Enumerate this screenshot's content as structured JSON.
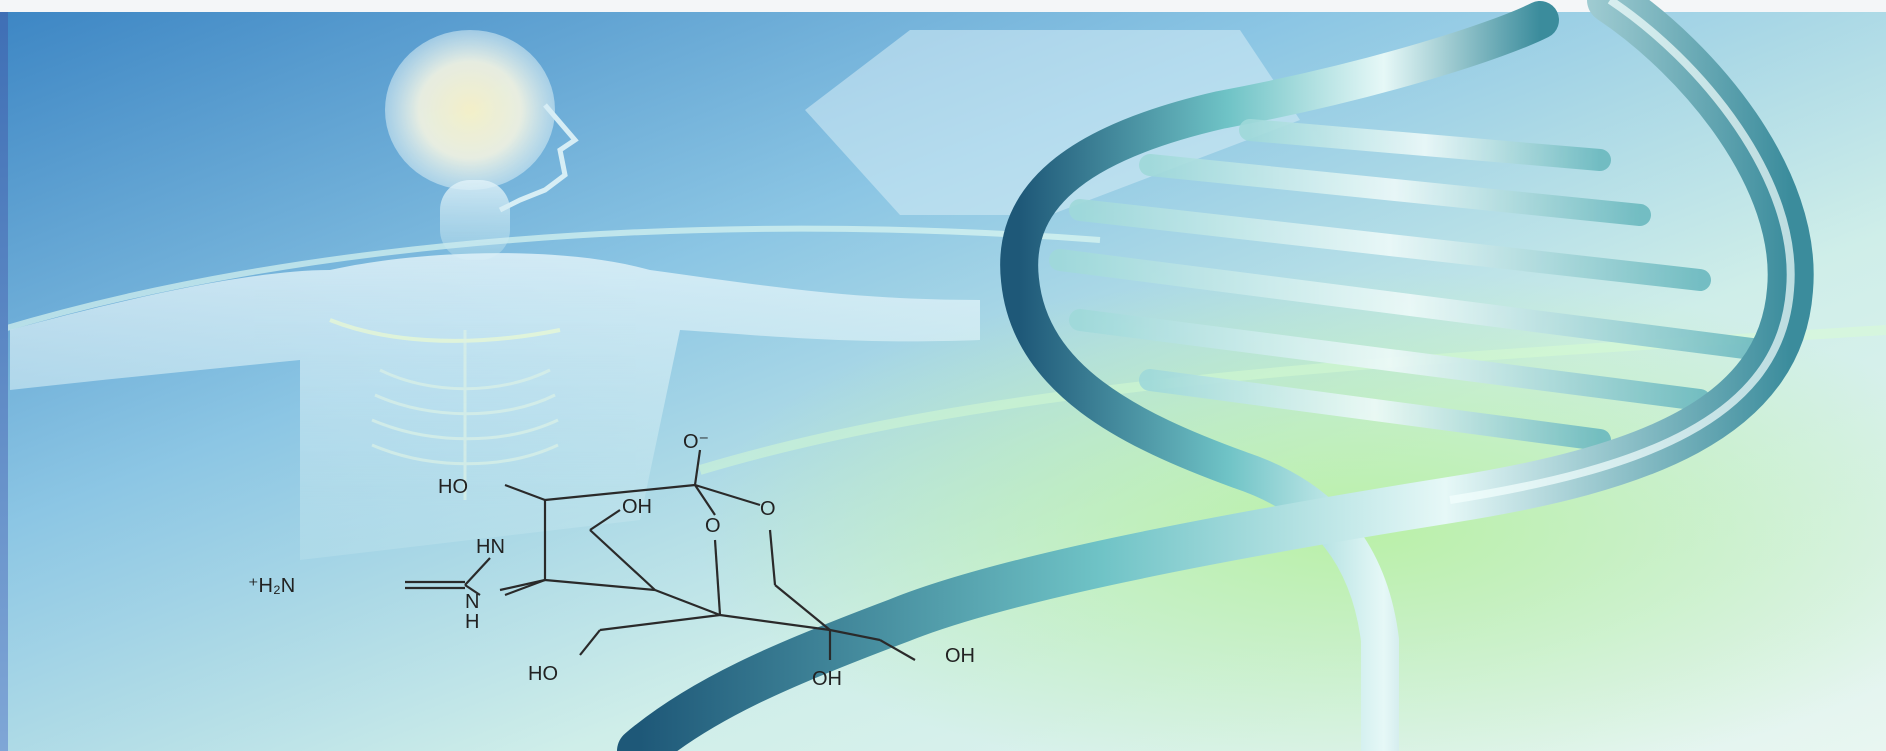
{
  "image": {
    "subject": "human-figure-dna-helix-molecule-banner",
    "colors": {
      "sky_top": "#2e74b5",
      "sky_mid": "#6fb3d9",
      "mint": "#bfe9e1",
      "green_glow": "#7fd48a",
      "helix_teal": "#4aa3a8",
      "helix_dark": "#1f5e7a",
      "brain_glow": "#fff3c4",
      "ink": "#222222"
    }
  },
  "molecule": {
    "labels": {
      "o_minus": "O⁻",
      "ho_top": "HO",
      "oh_mid": "OH",
      "o_ring1": "O",
      "o_ring2": "O",
      "hn": "HN",
      "h2n_plus": "⁺H₂N",
      "n": "N",
      "h": "H",
      "ho_bottom": "HO",
      "oh_bottom": "OH",
      "oh_right": "OH"
    }
  }
}
